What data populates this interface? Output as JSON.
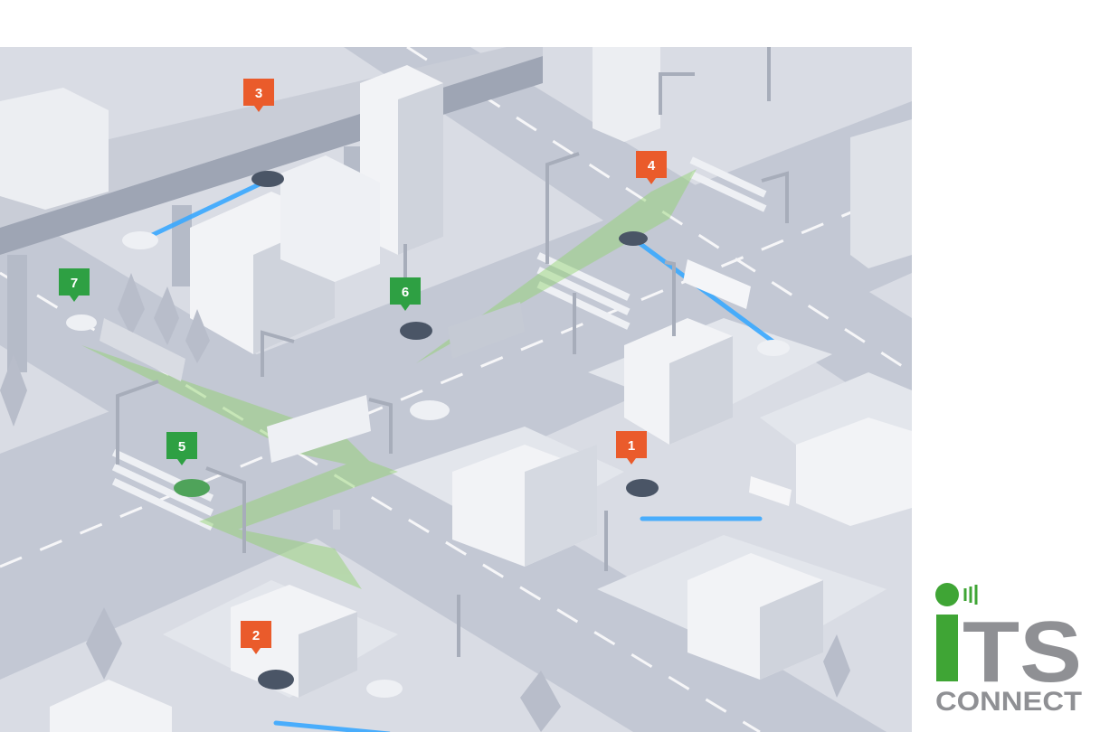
{
  "markers": [
    {
      "id": "marker-1",
      "label": "1",
      "color": "#ea5b2b"
    },
    {
      "id": "marker-2",
      "label": "2",
      "color": "#ea5b2b"
    },
    {
      "id": "marker-3",
      "label": "3",
      "color": "#ea5b2b"
    },
    {
      "id": "marker-4",
      "label": "4",
      "color": "#ea5b2b"
    },
    {
      "id": "marker-5",
      "label": "5",
      "color": "#2ea043"
    },
    {
      "id": "marker-6",
      "label": "6",
      "color": "#2ea043"
    },
    {
      "id": "marker-7",
      "label": "7",
      "color": "#2ea043"
    }
  ],
  "colors": {
    "road": "#c3c8d4",
    "block": "#e3e6ec",
    "building": "#f2f3f6",
    "building_shade": "#cfd3dc",
    "v2v_link": "#3aa9ff",
    "v2i_beam": "#8fd36a",
    "logo_green": "#3fa535",
    "logo_gray": "#8f9094"
  },
  "logo": {
    "letters": "TS",
    "word": "CONNECT"
  }
}
